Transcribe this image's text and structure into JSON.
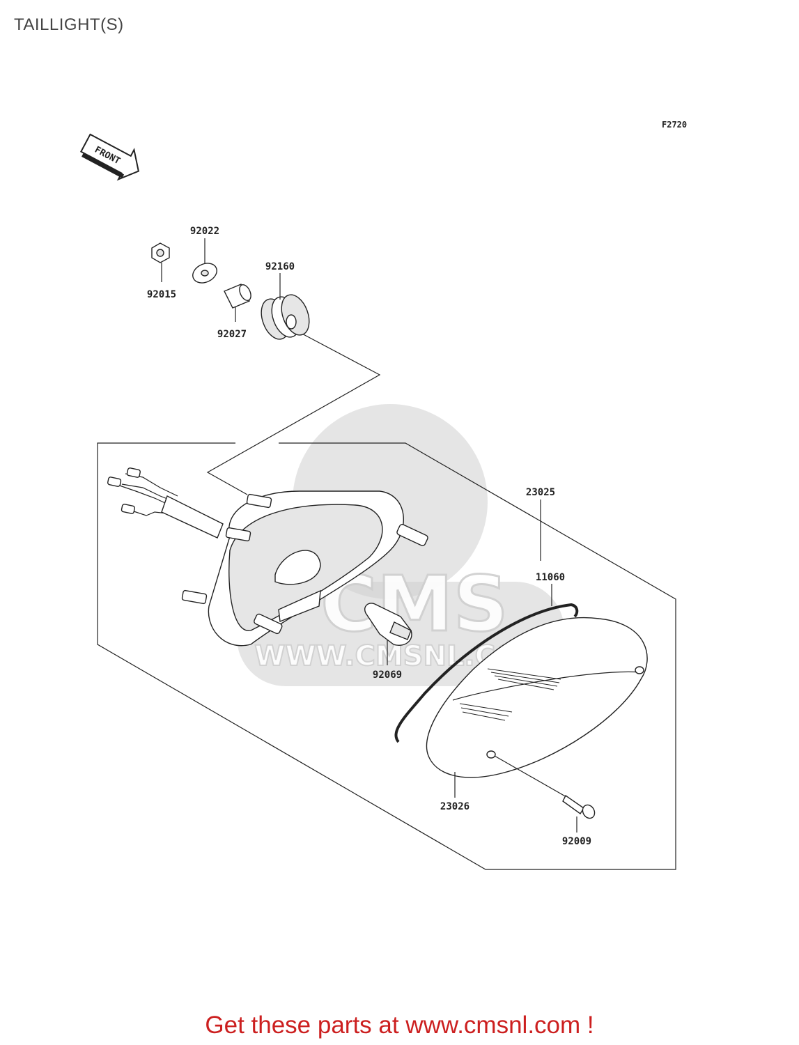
{
  "page": {
    "title": "TAILLIGHT(S)",
    "figure_code": "F2720",
    "direction_label": "FRONT",
    "footer_text": "Get these parts at www.cmsnl.com !",
    "watermark": {
      "logo_text": "CMS",
      "url_text": "WWW.CMSNL.COM"
    }
  },
  "parts": [
    {
      "id": "92015",
      "label": "92015",
      "icon": "flange-nut-icon"
    },
    {
      "id": "92022",
      "label": "92022",
      "icon": "washer-icon"
    },
    {
      "id": "92027",
      "label": "92027",
      "icon": "collar-icon"
    },
    {
      "id": "92160",
      "label": "92160",
      "icon": "grommet-icon"
    },
    {
      "id": "23025",
      "label": "23025",
      "icon": "taillight-assembly-icon"
    },
    {
      "id": "11060",
      "label": "11060",
      "icon": "gasket-icon"
    },
    {
      "id": "92069",
      "label": "92069",
      "icon": "bulb-icon"
    },
    {
      "id": "23026",
      "label": "23026",
      "icon": "lens-icon"
    },
    {
      "id": "92009",
      "label": "92009",
      "icon": "screw-icon"
    }
  ],
  "colors": {
    "footer": "#cc1f1f",
    "title": "#444444",
    "line": "#222222"
  }
}
